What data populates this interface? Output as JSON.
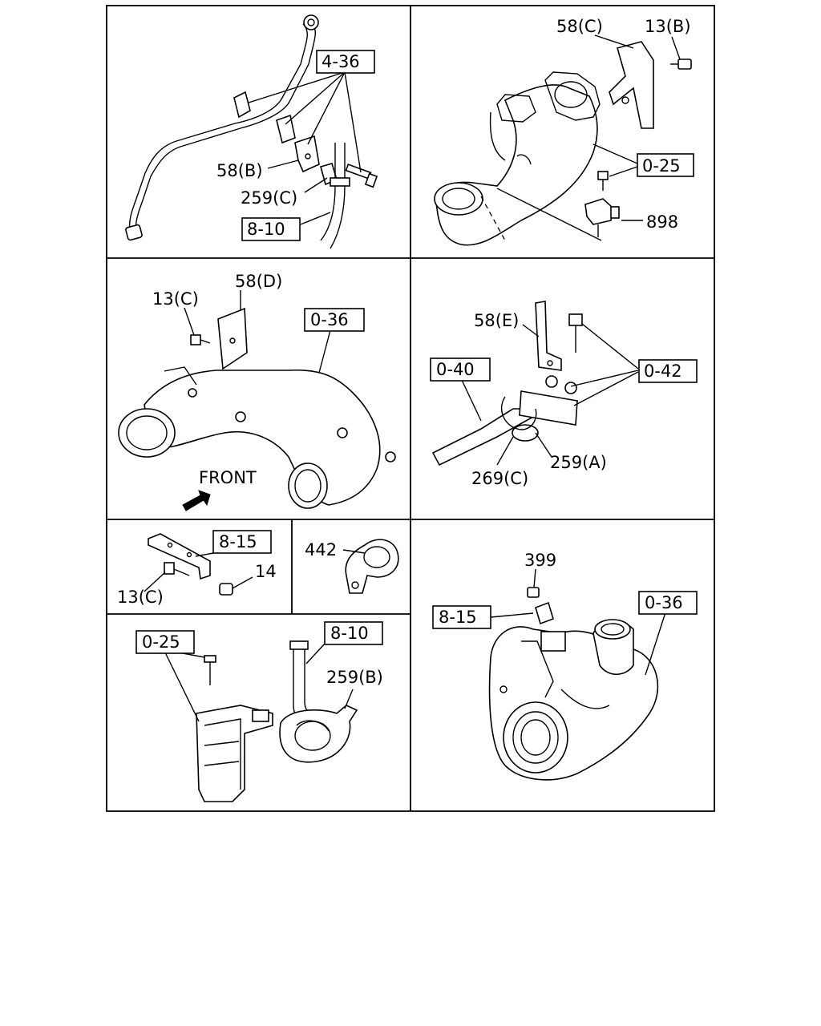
{
  "panels": [
    {
      "callouts": {
        "box": "4-36",
        "c1": "58(B)",
        "c2": "259(C)",
        "box2": "8-10"
      }
    },
    {
      "callouts": {
        "c1": "58(C)",
        "c2": "13(B)",
        "box": "0-25",
        "c3": "898"
      }
    },
    {
      "callouts": {
        "c1": "58(D)",
        "c2": "13(C)",
        "box": "0-36",
        "front": "FRONT"
      }
    },
    {
      "callouts": {
        "c1": "58(E)",
        "box1": "0-40",
        "box2": "0-42",
        "c2": "269(C)",
        "c3": "259(A)"
      }
    },
    {
      "callouts": {
        "box": "8-15",
        "c1": "14",
        "c2": "13(C)"
      }
    },
    {
      "callouts": {
        "c1": "442"
      }
    },
    {
      "callouts": {
        "box1": "0-25",
        "box2": "8-10",
        "c1": "259(B)"
      }
    },
    {
      "callouts": {
        "c1": "399",
        "box1": "8-15",
        "box2": "0-36"
      }
    }
  ]
}
